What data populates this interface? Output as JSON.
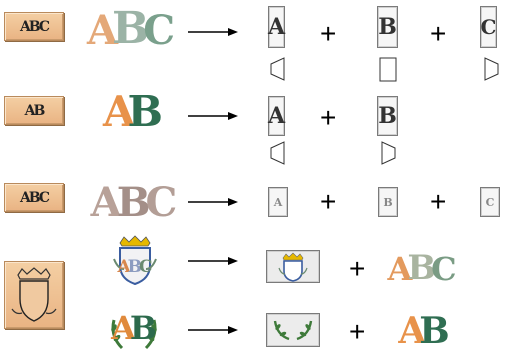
{
  "rows": [
    {
      "button": {
        "label": "ABC"
      },
      "monogram": {
        "letters": [
          "A",
          "B",
          "C"
        ],
        "colors": [
          "#e4a878",
          "#9bb3a6",
          "#7aa08c"
        ]
      },
      "parts": [
        {
          "letter": "A",
          "operator": "+"
        },
        {
          "letter": "B",
          "operator": "+"
        },
        {
          "letter": "C"
        }
      ]
    },
    {
      "button": {
        "label": "AB"
      },
      "monogram": {
        "letters": [
          "A",
          "B"
        ],
        "colors": [
          "#e8924a",
          "#2f6e52"
        ]
      },
      "parts": [
        {
          "letter": "A",
          "operator": "+"
        },
        {
          "letter": "B"
        }
      ]
    },
    {
      "button": {
        "label": "ABC"
      },
      "monogram": {
        "letters": [
          "A",
          "B",
          "C"
        ],
        "colors": [
          "#b8a198",
          "#a48f88",
          "#b39e96"
        ]
      },
      "parts": [
        {
          "letter": "A",
          "operator": "+"
        },
        {
          "letter": "B",
          "operator": "+"
        },
        {
          "letter": "C"
        }
      ]
    },
    {
      "monogram": {
        "letters": [
          "A",
          "B",
          "C"
        ],
        "colors": [
          "#d8884e",
          "#8c9cc0",
          "#6a8a70"
        ]
      },
      "parts": [
        {
          "kind": "crest-frame",
          "operator": "+"
        },
        {
          "kind": "monogram",
          "letters": [
            "A",
            "B",
            "C"
          ],
          "colors": [
            "#e39a5e",
            "#a9b4a0",
            "#7a9c84"
          ]
        }
      ]
    },
    {
      "monogram": {
        "letters": [
          "A",
          "B"
        ],
        "colors": [
          "#e08a3c",
          "#2c6a4c"
        ]
      },
      "parts": [
        {
          "kind": "laurel-frame",
          "operator": "+"
        },
        {
          "kind": "monogram",
          "letters": [
            "A",
            "B"
          ],
          "colors": [
            "#e8924a",
            "#2f6e52"
          ]
        }
      ]
    }
  ],
  "palette": {
    "button_fill": "#efc195",
    "frame_green": "#3e7a3a",
    "crest_blue": "#3a5da0",
    "crest_gold": "#e6b800"
  }
}
